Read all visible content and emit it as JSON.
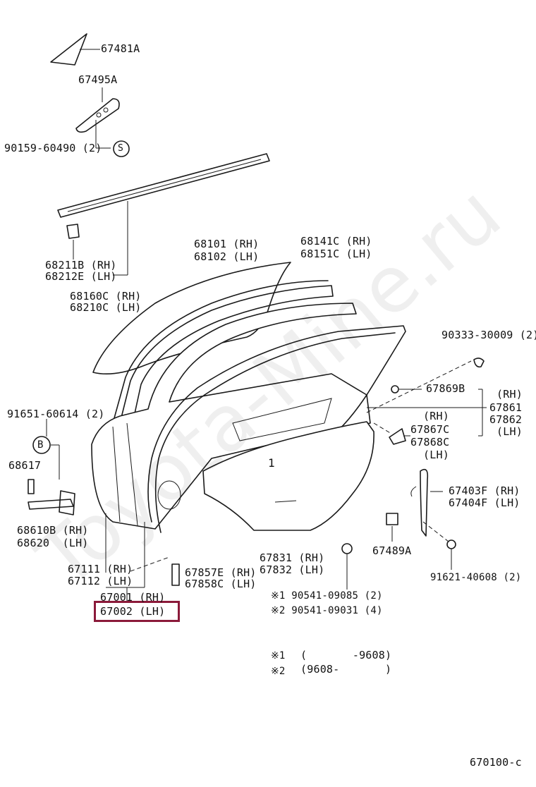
{
  "watermark": "Toyota-Mine.ru",
  "labels": {
    "p67481a": "67481A",
    "p67495a": "67495A",
    "p90159": "90159-60490 (2)",
    "s_mark": "S",
    "b_mark": "B",
    "p68211b": "68211B (RH)",
    "p68212e": "68212E (LH)",
    "p68160c": "68160C (RH)",
    "p68210c": "68210C (LH)",
    "p68101": "68101 (RH)",
    "p68102": "68102 (LH)",
    "p68141c": "68141C (RH)",
    "p68151c": "68151C (LH)",
    "p90333": "90333-30009 (2)",
    "p67869b": "67869B",
    "rh_a": "(RH)",
    "p67861": "67861",
    "p67862": "67862",
    "lh_a": "(LH)",
    "rh_b": "(RH)",
    "p67867c": "67867C",
    "p67868c": "67868C",
    "lh_b": "(LH)",
    "p91651": "91651-60614 (2)",
    "p68617": "68617",
    "p68610b": "68610B (RH)",
    "p68620": "68620  (LH)",
    "p67403f": "67403F (RH)",
    "p67404f": "67404F (LH)",
    "p67489a": "67489A",
    "p91621": "91621-40608 (2)",
    "p67111": "67111 (RH)",
    "p67112": "67112 (LH)",
    "p67857e": "67857E (RH)",
    "p67858c": "67858C (LH)",
    "p67831": "67831 (RH)",
    "p67832": "67832 (LH)",
    "p67001": "67001 (RH)",
    "p67002": "67002 (LH)",
    "note1_part": "※1 90541-09085 (2)",
    "note2_part": "※2 90541-09031 (4)",
    "legend1_mark": "※1",
    "legend1_range": "(       -9608)",
    "legend2_mark": "※2",
    "legend2_range": "(9608-       )",
    "diagram_code": "670100-c"
  },
  "colors": {
    "highlight": "#8b1a3a",
    "line": "#1a1a1a"
  }
}
